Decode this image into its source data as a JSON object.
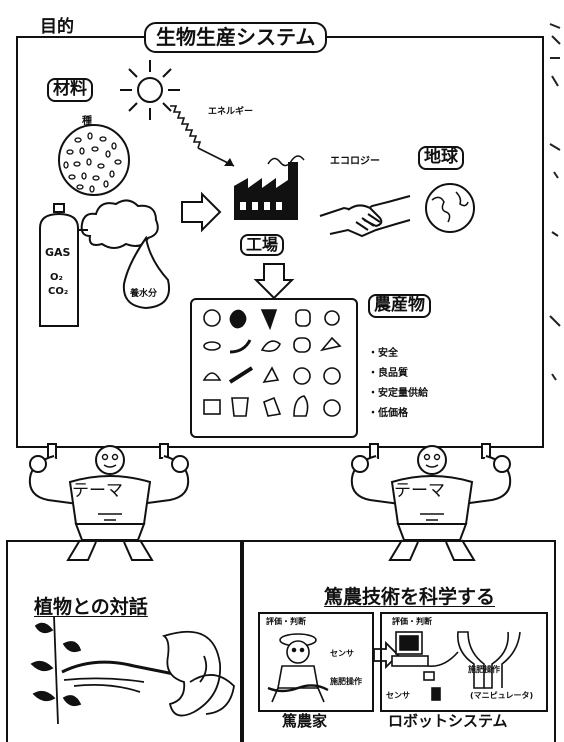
{
  "header": {
    "purpose_label": "目的",
    "system_title": "生物生産システム"
  },
  "main_board": {
    "materials_label": "材料",
    "seed_label": "種",
    "energy_label": "エネルギー",
    "gas_label": "GAS",
    "o2_label": "O₂",
    "co2_label": "CO₂",
    "water_label": "養水分",
    "factory_label": "工場",
    "ecology_label": "エコロジー",
    "earth_label": "地球",
    "products_label": "農産物",
    "benefits": [
      "・安全",
      "・良品質",
      "・安定量供給",
      "・低価格"
    ]
  },
  "figures": {
    "left_theme": "テーマ",
    "right_theme": "テーマ"
  },
  "bottom_left": {
    "title": "植物との対話"
  },
  "bottom_right": {
    "title": "篤農技術を科学する",
    "judge_label_left": "評価・判断",
    "sensor_label_left": "センサ",
    "action_label_left": "施肥操作",
    "farmer_label": "篤農家",
    "judge_label_right": "評価・判断",
    "action_label_right": "施肥操作",
    "sensor_label_right": "センサ",
    "manipulator_label": "(マニピュレータ)",
    "robot_label": "ロボットシステム"
  }
}
